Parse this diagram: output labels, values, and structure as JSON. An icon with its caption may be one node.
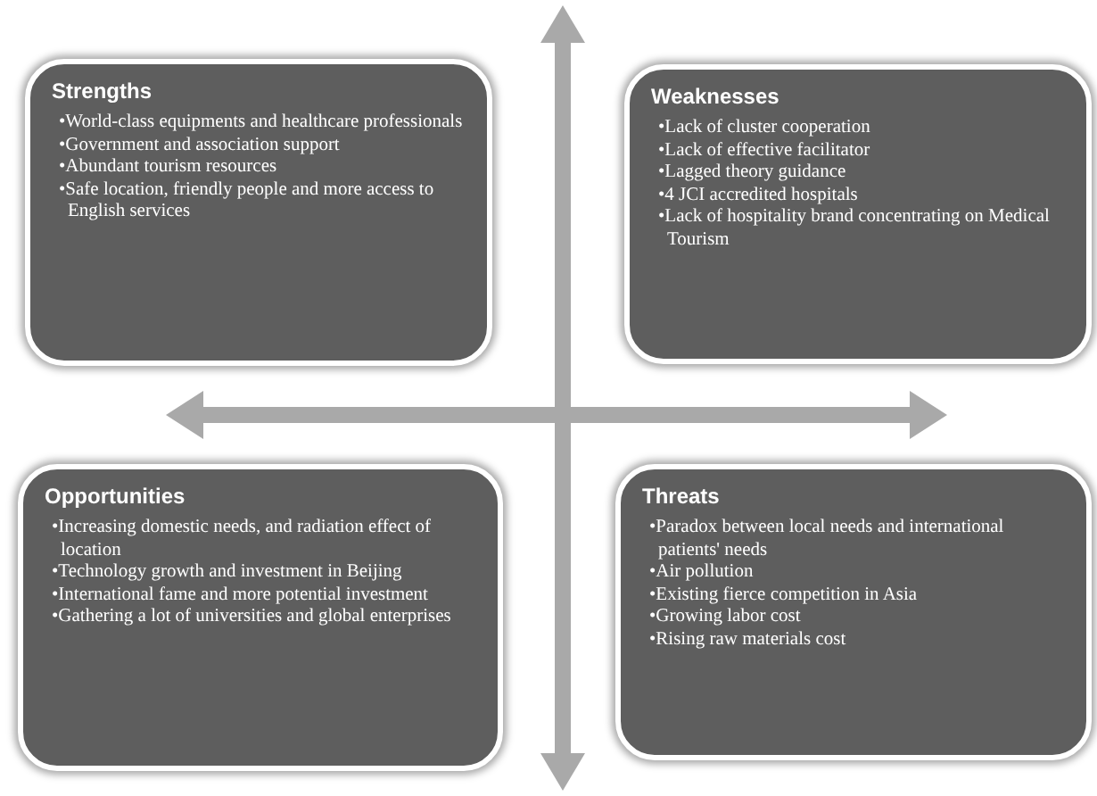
{
  "diagram": {
    "nodes": [
      {
        "text": [
          "Strengths",
          "•World-class equipments and healthcare professionals",
          "•Government and association support",
          "•Abundant tourism resources",
          "•Safe location, friendly people and more access to English services"
        ]
      },
      {
        "text": [
          "Weaknesses",
          "•Lack of cluster cooperation",
          "•Lack of effective facilitator",
          "•Lagged theory guidance",
          "•4 JCI accredited hospitals",
          "•Lack of hospitality brand concentrating on Medical Tourism"
        ]
      },
      {
        "text": [
          "Opportunities",
          "•Increasing domestic needs, and radiation effect of location",
          "•Technology growth and investment in Beijing",
          "•International fame and more potential investment",
          "•Gathering a lot of universities and global enterprises"
        ]
      },
      {
        "text": [
          "Threats",
          "•Paradox between local needs and international patients' needs",
          "•Air pollution",
          "•Existing fierce competition in Asia",
          "•Growing labor cost",
          "•Rising raw materials cost"
        ]
      }
    ]
  }
}
